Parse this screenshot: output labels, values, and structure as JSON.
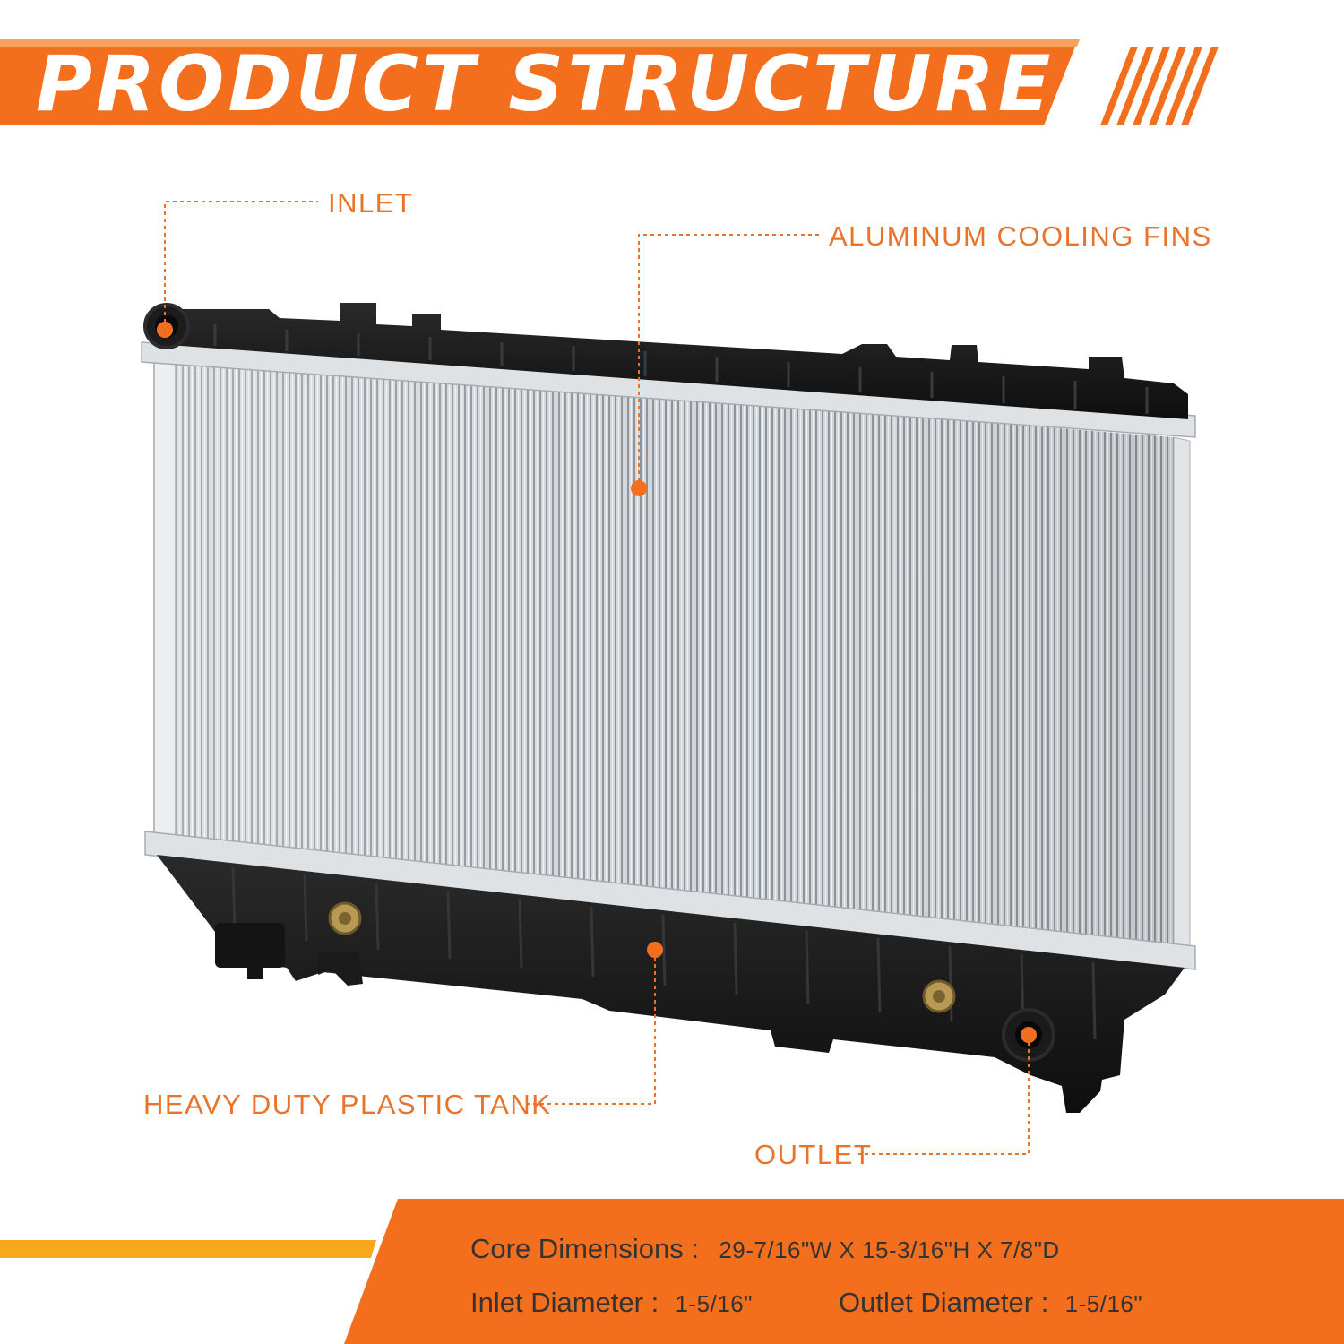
{
  "banner": {
    "title": "PRODUCT STRUCTURE"
  },
  "colors": {
    "accent_orange": "#f36f1e",
    "callout_orange": "#e8742b",
    "footer_stripe_yellow": "#f7a81b",
    "tank_black": "#161616",
    "core_silver": "#c9ccd0"
  },
  "callouts": {
    "inlet": "INLET",
    "cooling_fins": "ALUMINUM COOLING FINS",
    "plastic_tank": "HEAVY DUTY PLASTIC TANK",
    "outlet": "OUTLET"
  },
  "specs": {
    "core_dimensions_label": "Core Dimensions :",
    "core_dimensions_value": "29-7/16\"W X 15-3/16\"H X 7/8\"D",
    "inlet_diameter_label": "Inlet Diameter :",
    "inlet_diameter_value": "1-5/16\"",
    "outlet_diameter_label": "Outlet Diameter :",
    "outlet_diameter_value": "1-5/16\""
  },
  "product_image": {
    "subject": "radiator-icon"
  }
}
